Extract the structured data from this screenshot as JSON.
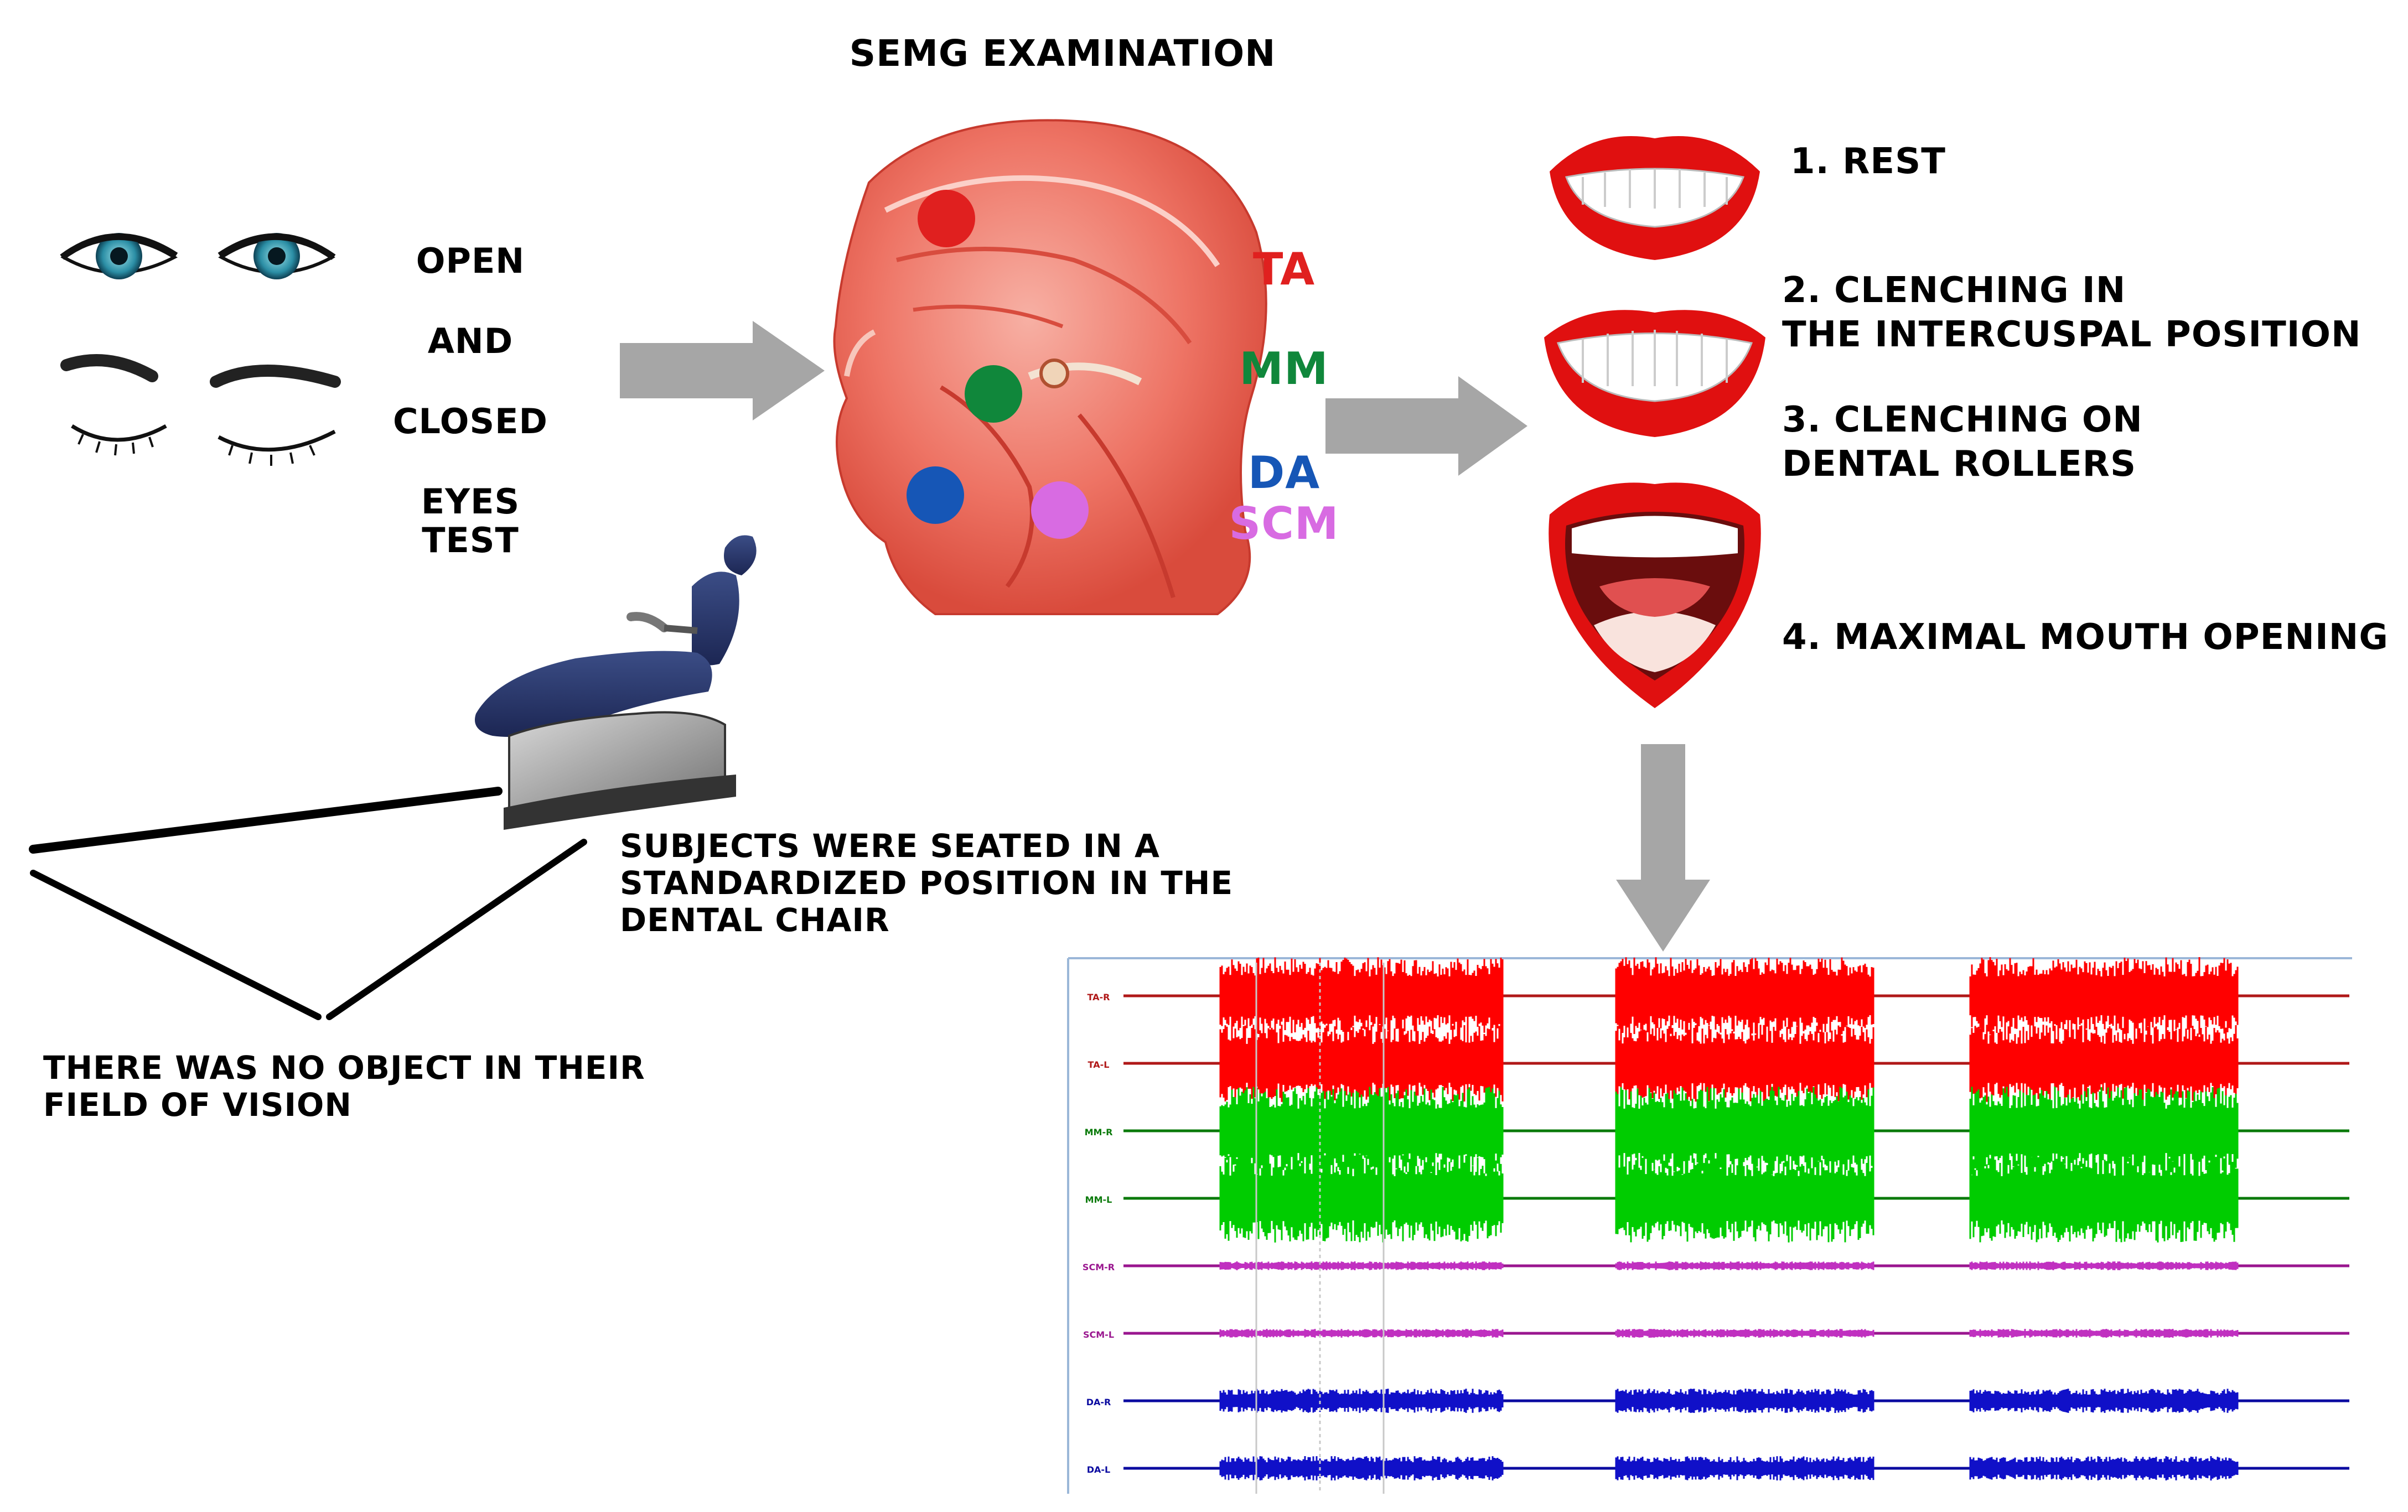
{
  "title": "SEMG EXAMINATION",
  "eyes_test": [
    "OPEN",
    "AND",
    "CLOSED",
    "EYES",
    "TEST"
  ],
  "muscles": [
    {
      "abbr": "TA",
      "color": "#e0201f"
    },
    {
      "abbr": "MM",
      "color": "#10873b"
    },
    {
      "abbr": "DA",
      "color": "#1656b6"
    },
    {
      "abbr": "SCM",
      "color": "#d86be2"
    }
  ],
  "tasks": [
    {
      "lines": [
        "1. REST"
      ]
    },
    {
      "lines": [
        "2. CLENCHING IN",
        "THE INTERCUSPAL POSITION"
      ]
    },
    {
      "lines": [
        "3. CLENCHING ON",
        "DENTAL ROLLERS"
      ]
    },
    {
      "lines": [
        "4. MAXIMAL MOUTH OPENING"
      ]
    }
  ],
  "chair_note": [
    "SUBJECTS WERE SEATED IN A",
    "STANDARDIZED POSITION IN THE",
    "DENTAL CHAIR"
  ],
  "vision_note": [
    "THERE WAS NO OBJECT IN THEIR",
    "FIELD OF VISION"
  ],
  "emg_channels": [
    {
      "label": "TA-R",
      "color": "#b01818",
      "burst": "#ff0000"
    },
    {
      "label": "TA-L",
      "color": "#b01818",
      "burst": "#ff0000"
    },
    {
      "label": "MM-R",
      "color": "#0a7a0a",
      "burst": "#00cc00"
    },
    {
      "label": "MM-L",
      "color": "#0a7a0a",
      "burst": "#00cc00"
    },
    {
      "label": "SCM-R",
      "color": "#9a168f",
      "burst": "#c030c0"
    },
    {
      "label": "SCM-L",
      "color": "#9a168f",
      "burst": "#c030c0"
    },
    {
      "label": "DA-R",
      "color": "#0a0aa0",
      "burst": "#1010c8"
    },
    {
      "label": "DA-L",
      "color": "#0a0aa0",
      "burst": "#1010c8"
    }
  ],
  "colors": {
    "arrow": "#a6a6a6",
    "muscle_base": "#f07060",
    "lips": "#e01010"
  }
}
